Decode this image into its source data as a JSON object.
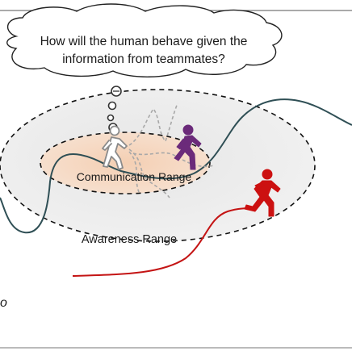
{
  "thought_bubble": {
    "line1": "How will the human behave given the",
    "line2": "information from teammates?"
  },
  "ranges": {
    "communication": "Communication Range",
    "awareness": "Awareness Range"
  },
  "colors": {
    "awareness_fill": "#ececec",
    "communication_fill": "#f6dcc6",
    "human_figure": "#8a8a8a",
    "teammate_near": "#6b2a7a",
    "teammate_far": "#cc1111",
    "path_far": "#c41414",
    "path_terrain": "#2f4f55",
    "trajectory_gray": "#a8a8a8"
  },
  "icons": [
    "thought-bubble-icon",
    "human-walker-icon",
    "purple-teammate-icon",
    "red-teammate-icon"
  ]
}
